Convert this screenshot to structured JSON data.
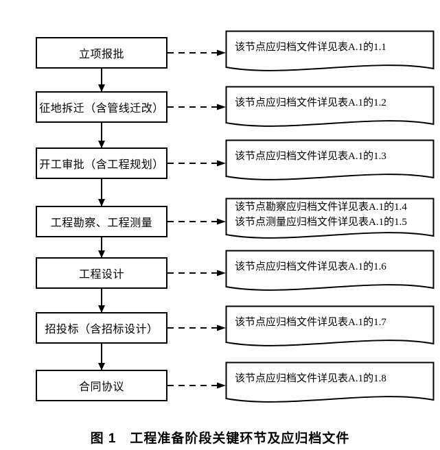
{
  "caption": "图 1　工程准备阶段关键环节及应归档文件",
  "rows": [
    {
      "box": "立项报批",
      "doc_lines": [
        "该节点应归档文件详见表A.1的1.1"
      ]
    },
    {
      "box": "征地拆迁（含管线迁改）",
      "doc_lines": [
        "该节点应归档文件详见表A.1的1.2"
      ]
    },
    {
      "box": "开工审批（含工程规划）",
      "doc_lines": [
        "该节点应归档文件详见表A.1的1.3"
      ]
    },
    {
      "box": "工程勘察、工程测量",
      "doc_lines": [
        "该节点勘察应归档文件详见表A.1的1.4",
        "该节点测量应归档文件详见表A.1的1.5"
      ]
    },
    {
      "box": "工程设计",
      "doc_lines": [
        "该节点应归档文件详见表A.1的1.6"
      ]
    },
    {
      "box": "招投标（含招标设计）",
      "doc_lines": [
        "该节点应归档文件详见表A.1的1.7"
      ]
    },
    {
      "box": "合同协议",
      "doc_lines": [
        "该节点应归档文件详见表A.1的1.8"
      ]
    }
  ],
  "icons": {
    "down_arrow": "solid filled triangle pointing down",
    "dashed_arrow": "dashed line with filled right-pointing arrowhead",
    "document_shape": "rectangle with wavy bottom edge (document symbol)"
  },
  "colors": {
    "line": "#000000",
    "background": "#ffffff",
    "text": "#000000"
  }
}
